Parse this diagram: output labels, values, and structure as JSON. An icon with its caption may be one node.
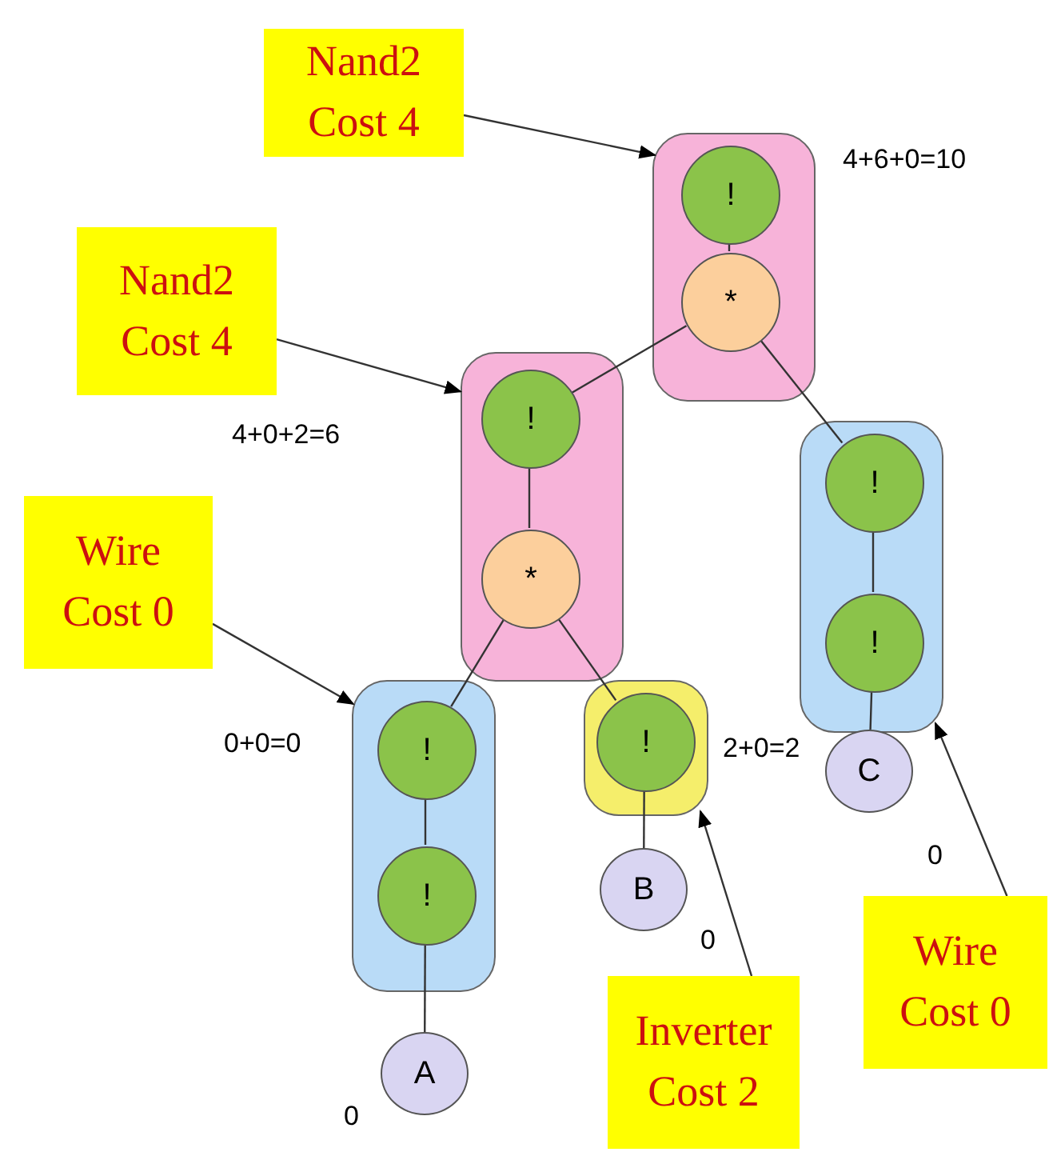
{
  "diagram": {
    "nodes": [
      {
        "text": [
          "Nand2 Cost 4"
        ]
      },
      {
        "text": [],
        "shape": "box",
        "beside": [
          "4+6+0=10"
        ]
      },
      {
        "text": [
          "!"
        ],
        "in": 1
      },
      {
        "text": [
          "*"
        ],
        "in": 1
      },
      {
        "text": [
          "Nand2 Cost 4"
        ]
      },
      {
        "text": [],
        "shape": "box"
      },
      {
        "text": [
          "!"
        ],
        "in": 5
      },
      {
        "text": [
          "*"
        ],
        "in": 5
      },
      {
        "text": [],
        "shape": "box"
      },
      {
        "text": [
          "!"
        ],
        "in": 8
      },
      {
        "text": [
          "!"
        ],
        "in": 8
      },
      {
        "text": [
          "Wire Cost 0"
        ]
      },
      {
        "text": [],
        "shape": "box",
        "beside": [
          "0+0=0"
        ]
      },
      {
        "text": [
          "!"
        ],
        "in": 12
      },
      {
        "text": [
          "!"
        ],
        "in": 12
      },
      {
        "text": [],
        "shape": "box",
        "beside": [
          "2+0=2"
        ]
      },
      {
        "text": [
          "!"
        ],
        "in": 15
      },
      {
        "text": [
          "B"
        ],
        "beside": [
          "0"
        ]
      },
      {
        "text": [
          "C"
        ],
        "beside": [
          "0"
        ]
      },
      {
        "text": [
          "A"
        ],
        "beside": [
          "0"
        ]
      },
      {
        "text": [
          "Inverter Cost 2"
        ]
      },
      {
        "text": [
          "Wire Cost 0"
        ]
      }
    ],
    "edges": [
      {
        "from": 0,
        "to": 1,
        "arrow": "to"
      },
      {
        "from": 2,
        "to": 3,
        "arrow": "none"
      },
      {
        "from": 3,
        "to": 6,
        "arrow": "none"
      },
      {
        "from": 3,
        "to": 9,
        "arrow": "none"
      },
      {
        "from": 4,
        "to": 5,
        "arrow": "to"
      },
      {
        "from": 6,
        "to": 7,
        "arrow": "none"
      },
      {
        "from": 7,
        "to": 13,
        "arrow": "none"
      },
      {
        "from": 7,
        "to": 16,
        "arrow": "none"
      },
      {
        "from": 9,
        "to": 10,
        "arrow": "none"
      },
      {
        "from": 10,
        "to": 18,
        "arrow": "none"
      },
      {
        "from": 11,
        "to": 12,
        "arrow": "to"
      },
      {
        "from": 13,
        "to": 14,
        "arrow": "none"
      },
      {
        "from": 14,
        "to": 19,
        "arrow": "none"
      },
      {
        "from": 16,
        "to": 17,
        "arrow": "none"
      },
      {
        "from": 20,
        "to": 15,
        "arrow": "to"
      },
      {
        "from": 21,
        "to": 8,
        "arrow": "to"
      }
    ],
    "labels": [
      "4+0+2=6"
    ]
  }
}
